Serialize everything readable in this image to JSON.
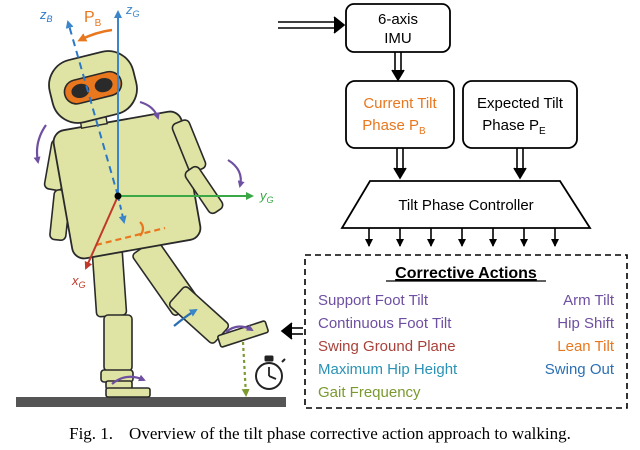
{
  "colors": {
    "robot_fill": "#dfe4a4",
    "robot_stroke": "#2a2a2a",
    "head_accent": "#e8771e",
    "global_axes": "#3a86c8",
    "body_axes": "#2b78c8",
    "x_axis": "#c0392b",
    "y_axis": "#3aa845",
    "tilt_arrow": "#e8771e",
    "purple": "#6e4fa1",
    "red_brown": "#a8413a",
    "teal": "#2a93b5",
    "blue": "#2b6fb3",
    "olive": "#7a9a2f",
    "ground": "#555555",
    "box_stroke": "#000000"
  },
  "axes": {
    "zB": "z",
    "zB_sub": "B",
    "PB": "P",
    "PB_sub": "B",
    "zG": "z",
    "zG_sub": "G",
    "yG": "y",
    "yG_sub": "G",
    "xG": "x",
    "xG_sub": "G"
  },
  "blocks": {
    "imu_line1": "6-axis",
    "imu_line2": "IMU",
    "current_line1": "Current Tilt",
    "current_line2": "Phase P",
    "current_sub": "B",
    "expected_line1": "Expected Tilt",
    "expected_line2": "Phase P",
    "expected_sub": "E",
    "controller": "Tilt Phase Controller"
  },
  "corrective": {
    "title": "Corrective Actions",
    "left": [
      {
        "label": "Support Foot Tilt",
        "color": "#6e4fa1"
      },
      {
        "label": "Continuous Foot Tilt",
        "color": "#6e4fa1"
      },
      {
        "label": "Swing Ground Plane",
        "color": "#a8413a"
      },
      {
        "label": "Maximum Hip Height",
        "color": "#2a93b5"
      },
      {
        "label": "Gait Frequency",
        "color": "#7a9a2f"
      }
    ],
    "right": [
      {
        "label": "Arm Tilt",
        "color": "#6e4fa1"
      },
      {
        "label": "Hip Shift",
        "color": "#6e4fa1"
      },
      {
        "label": "Lean Tilt",
        "color": "#e8771e"
      },
      {
        "label": "Swing Out",
        "color": "#2b6fb3"
      }
    ]
  },
  "caption": {
    "label": "Fig. 1.",
    "text": "Overview of the tilt phase corrective action approach to walking."
  }
}
